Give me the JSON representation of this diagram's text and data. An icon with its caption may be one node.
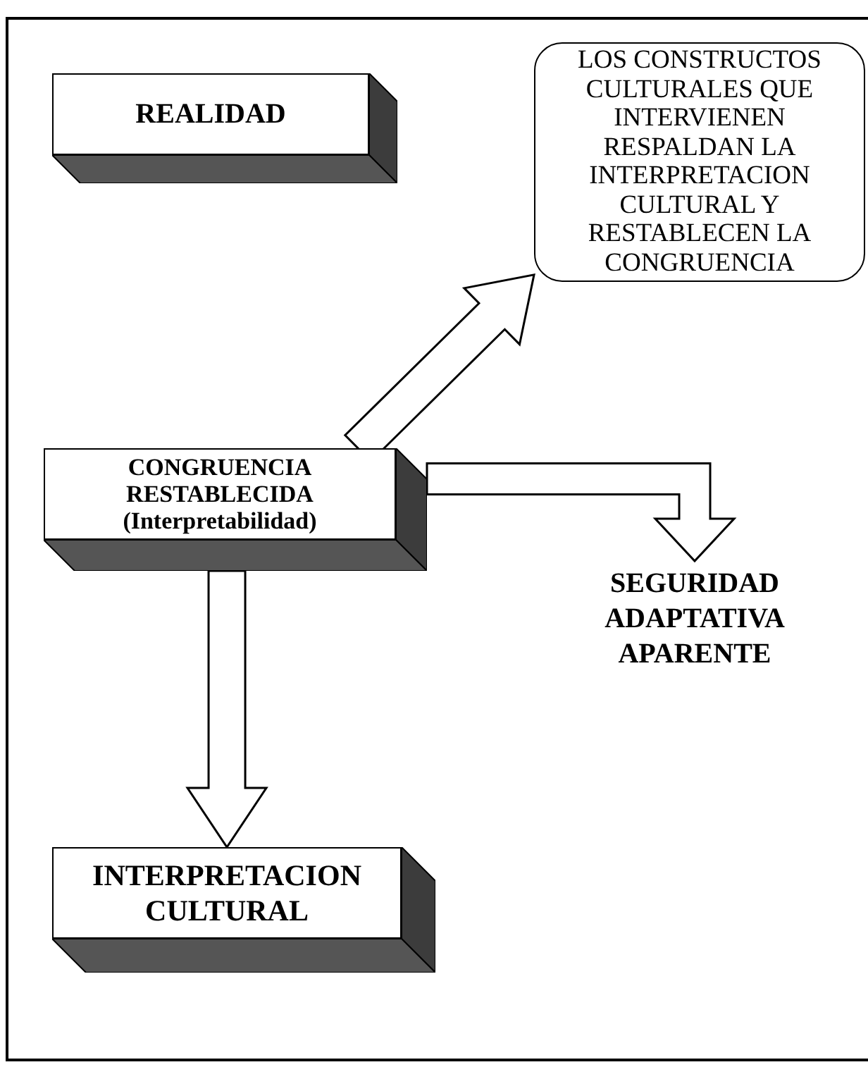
{
  "diagram": {
    "nodes": [
      {
        "text": [
          "REALIDAD"
        ]
      },
      {
        "text": [
          "LOS CONSTRUCTOS CULTURALES QUE INTERVIENEN RESPALDAN LA INTERPRETACION CULTURAL Y RESTABLECEN LA CONGRUENCIA"
        ]
      },
      {
        "text": [
          "CONGRUENCIA RESTABLECIDA",
          "(Interpretabilidad)"
        ]
      },
      {
        "text": [
          "SEGURIDAD ADAPTATIVA APARENTE"
        ]
      },
      {
        "text": [
          "INTERPRETACION CULTURAL"
        ]
      }
    ],
    "edges": [
      {
        "from": 2,
        "to": 1,
        "arrow": "to"
      },
      {
        "from": 2,
        "to": 3,
        "arrow": "to"
      },
      {
        "from": 2,
        "to": 4,
        "arrow": "to"
      }
    ]
  }
}
